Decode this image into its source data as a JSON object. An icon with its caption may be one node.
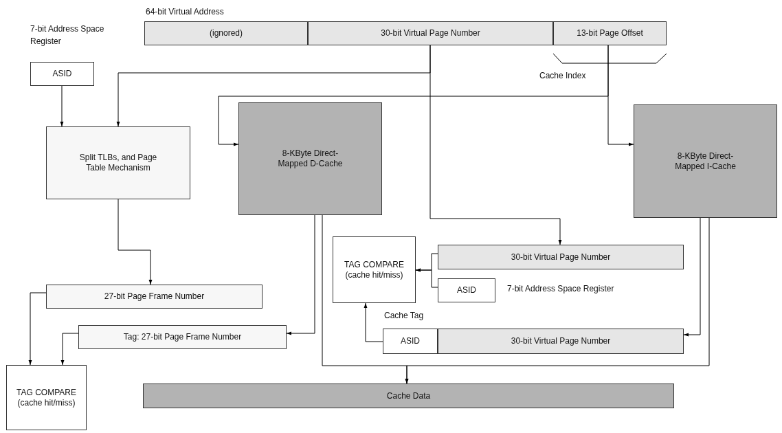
{
  "diagram": {
    "nodes": [
      {
        "text": [
          "64-bit Virtual Address"
        ]
      },
      {
        "text": [
          "(ignored)"
        ],
        "in": 0
      },
      {
        "text": [
          "30-bit Virtual Page Number"
        ],
        "in": 0
      },
      {
        "text": [
          "13-bit Page Offset"
        ],
        "in": 0
      },
      {
        "text": [
          "ASID"
        ],
        "beside": [
          "7-bit Address Space Register"
        ]
      },
      {
        "text": [
          "Split TLBs, and Page Table Mechanism"
        ]
      },
      {
        "text": [
          "8-KByte Direct-Mapped D-Cache"
        ]
      },
      {
        "text": [
          "8-KByte Direct-Mapped I-Cache"
        ]
      },
      {
        "text": [
          "27-bit Page Frame Number"
        ]
      },
      {
        "text": [
          "Tag: 27-bit Page Frame Number"
        ]
      },
      {
        "text": [
          "TAG COMPARE (cache hit/miss)"
        ]
      },
      {
        "text": [
          "TAG COMPARE (cache hit/miss)"
        ]
      },
      {
        "text": [
          "30-bit Virtual Page Number"
        ]
      },
      {
        "text": [
          "ASID"
        ],
        "beside": [
          "7-bit Address Space Register"
        ]
      },
      {
        "text": [
          "Cache Tag"
        ]
      },
      {
        "text": [
          "ASID"
        ],
        "in": 14
      },
      {
        "text": [
          "30-bit Virtual Page Number"
        ],
        "in": 14
      },
      {
        "text": [
          "Cache Data"
        ]
      }
    ],
    "edges": [
      {
        "from": 4,
        "to": 5,
        "arrow": "to"
      },
      {
        "from": 2,
        "to": 5,
        "arrow": "to"
      },
      {
        "from": 2,
        "to": 12,
        "arrow": "to"
      },
      {
        "from": 3,
        "to": 6,
        "arrow": "to"
      },
      {
        "from": 3,
        "to": 7,
        "arrow": "to"
      },
      {
        "from": 5,
        "to": 8,
        "arrow": "to"
      },
      {
        "from": 8,
        "to": 10,
        "arrow": "to"
      },
      {
        "from": 9,
        "to": 10,
        "arrow": "to"
      },
      {
        "from": 6,
        "to": 9,
        "arrow": "to"
      },
      {
        "from": 6,
        "to": 17,
        "arrow": "to"
      },
      {
        "from": 7,
        "to": 16,
        "arrow": "to"
      },
      {
        "from": 7,
        "to": 17,
        "arrow": "to"
      },
      {
        "from": 12,
        "to": 11,
        "arrow": "to"
      },
      {
        "from": 13,
        "to": 11,
        "arrow": "to"
      },
      {
        "from": 15,
        "to": 11,
        "arrow": "to"
      }
    ],
    "labels": [
      "Cache Index"
    ]
  }
}
